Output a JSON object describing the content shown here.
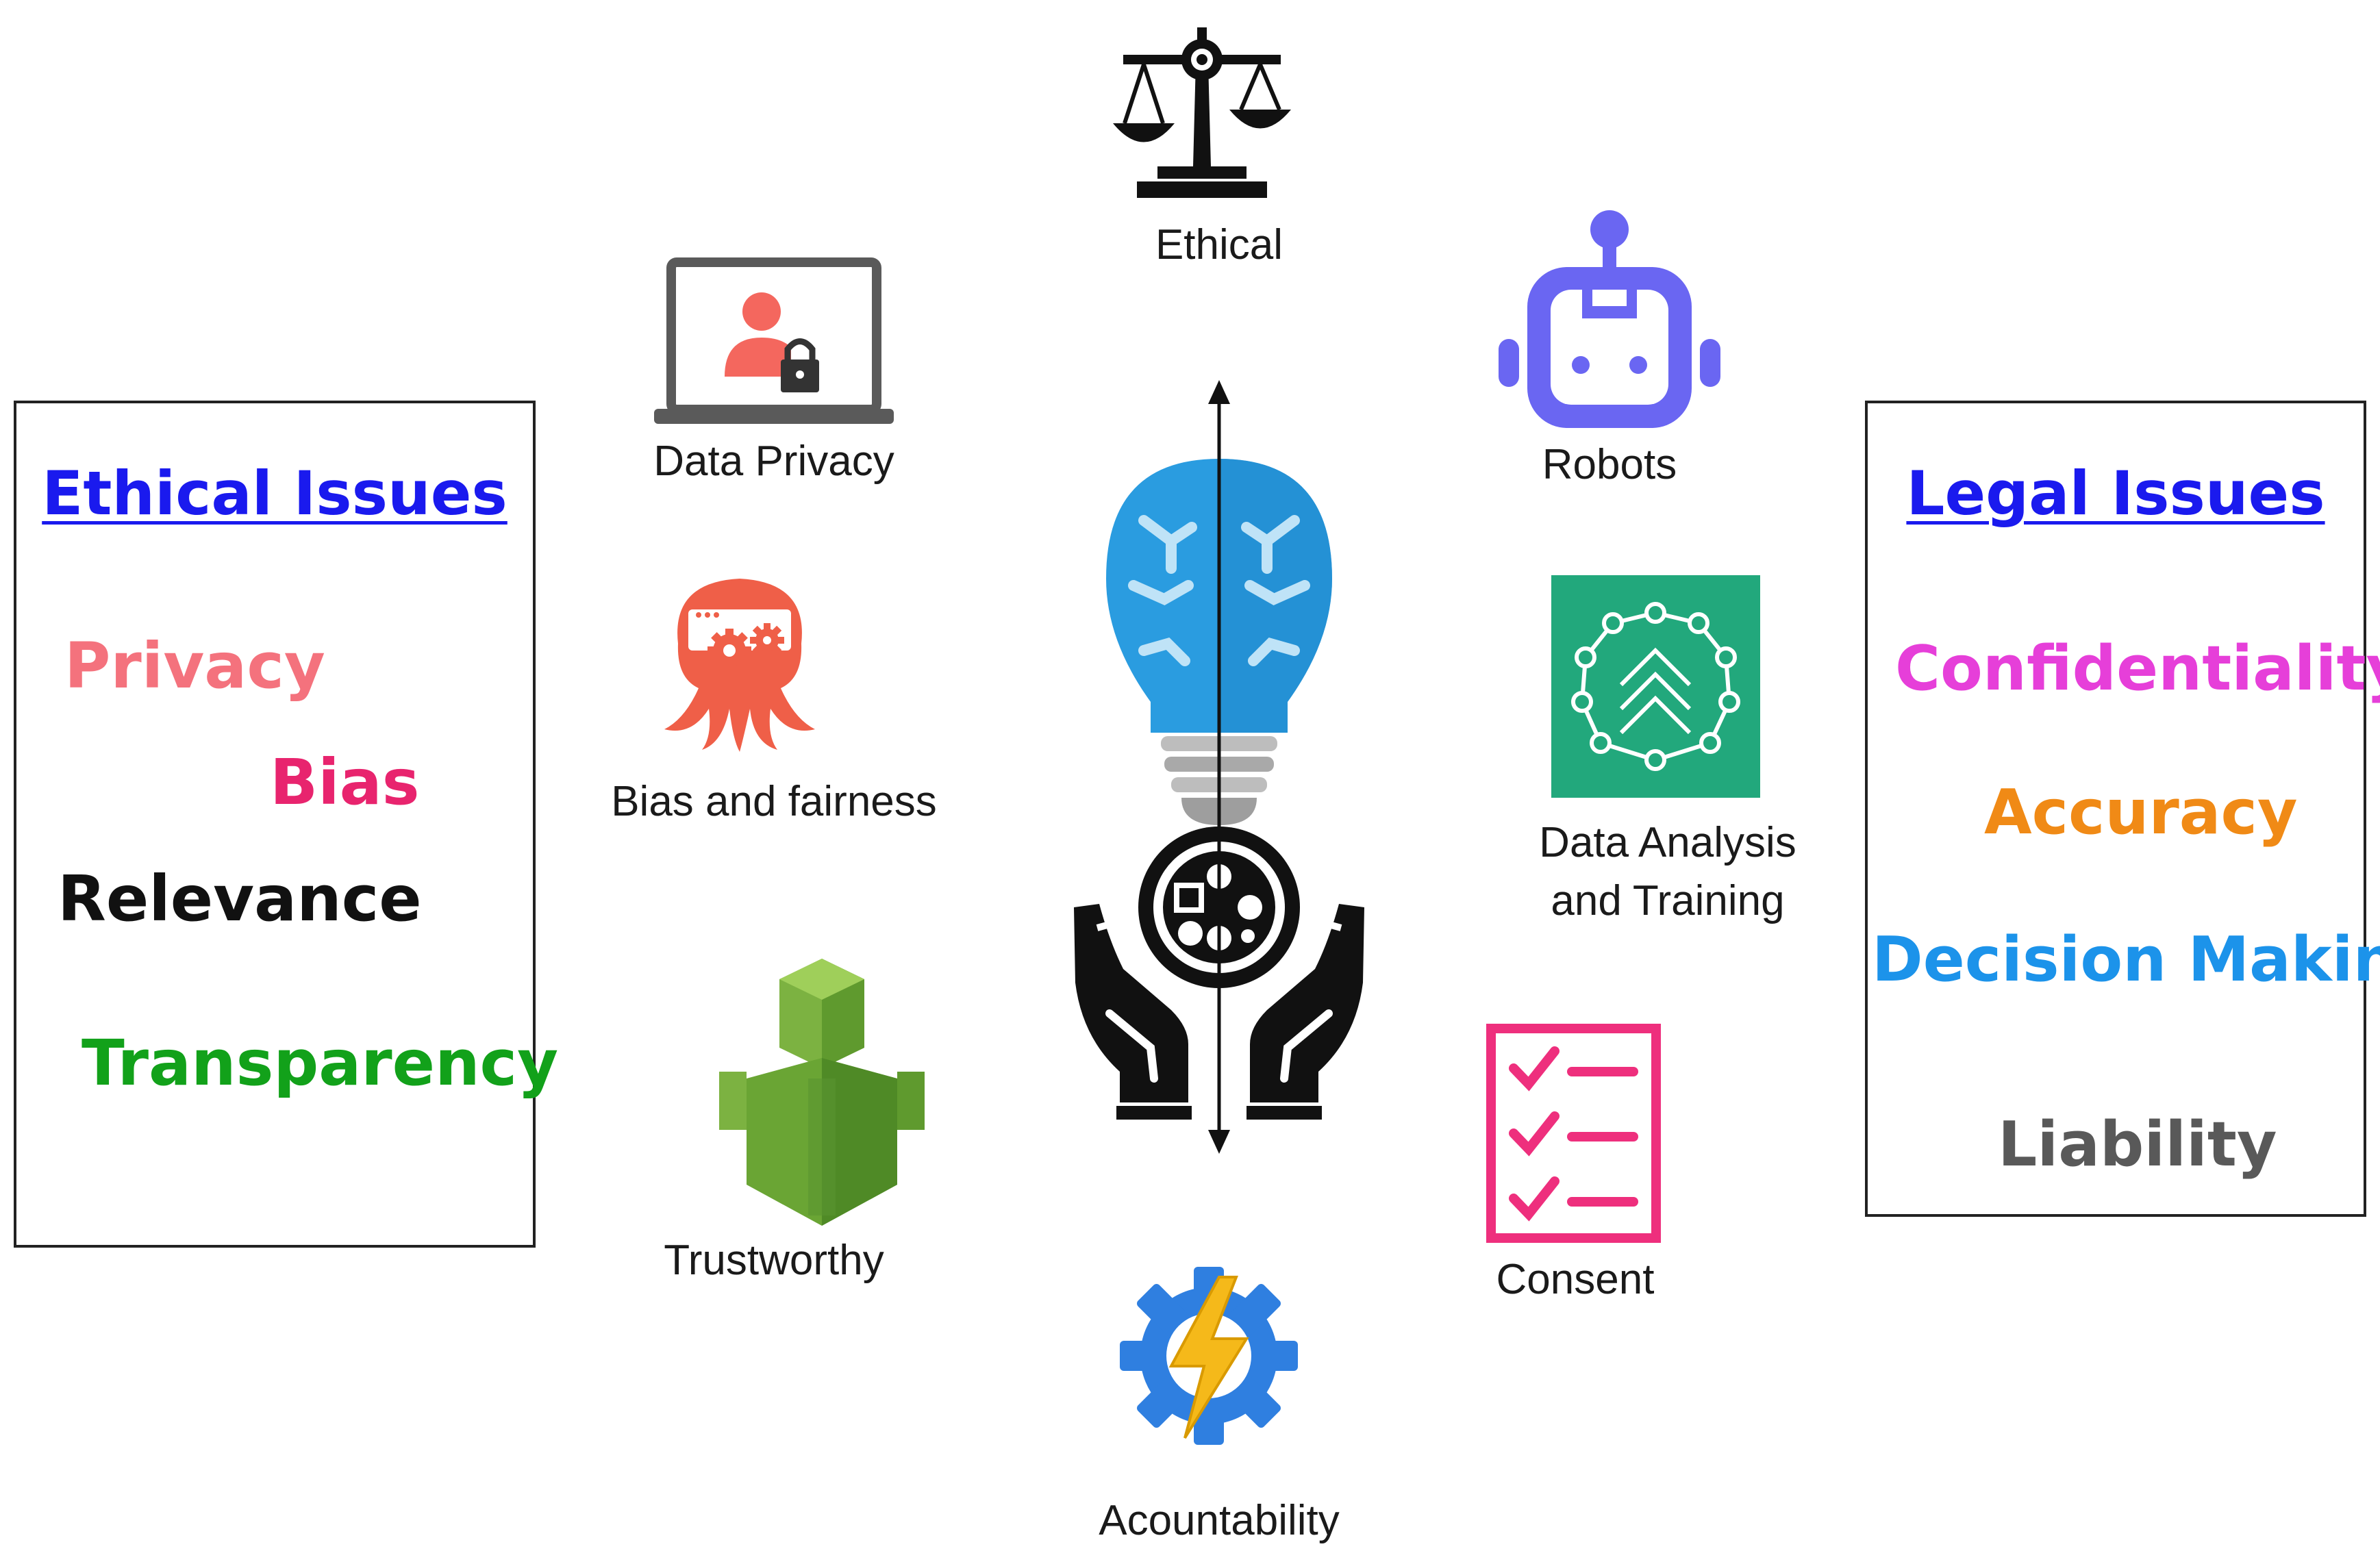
{
  "ethical_box": {
    "title": "Ethical Issues",
    "items": [
      {
        "text": "Privacy",
        "color": "#f4727d"
      },
      {
        "text": "Bias",
        "color": "#e8246e"
      },
      {
        "text": "Relevance",
        "color": "#111111"
      },
      {
        "text": "Transparency",
        "color": "#12a11a"
      }
    ]
  },
  "legal_box": {
    "title": "Legal Issues",
    "items": [
      {
        "text": "Confidentiality",
        "color": "#e63fd9"
      },
      {
        "text": "Accuracy",
        "color": "#f08a16"
      },
      {
        "text": "Decision Making",
        "color": "#1c93ea"
      },
      {
        "text": "Liability",
        "color": "#595959"
      }
    ]
  },
  "nodes": {
    "ethical": {
      "label": "Ethical",
      "icon": "scales-icon"
    },
    "data_privacy": {
      "label": "Data Privacy",
      "icon": "laptop-user-lock-icon"
    },
    "robots": {
      "label": "Robots",
      "icon": "robot-icon"
    },
    "bias_fairness": {
      "label": "Bias and fairness",
      "icon": "octopus-gears-icon"
    },
    "data_analysis_line1": {
      "label": "Data Analysis",
      "icon": "network-chevrons-icon"
    },
    "data_analysis_line2": {
      "label": "and Training"
    },
    "trustworthy": {
      "label": "Trustworthy",
      "icon": "green-cubes-icon"
    },
    "consent": {
      "label": "Consent",
      "icon": "checklist-icon"
    },
    "accountability": {
      "label": "Acountability",
      "icon": "gear-lightning-icon"
    }
  },
  "center": {
    "icon": "brain-bulb-hands-icon"
  },
  "colors": {
    "brain_blue": "#2a9ce0",
    "robot_purple": "#6a66f2",
    "aws_green": "#22a87c",
    "trust_green": "#5f9a2e",
    "consent_pink": "#ee2f7d",
    "privacy_red": "#f4675e",
    "octopus_orange": "#ef5f48"
  }
}
